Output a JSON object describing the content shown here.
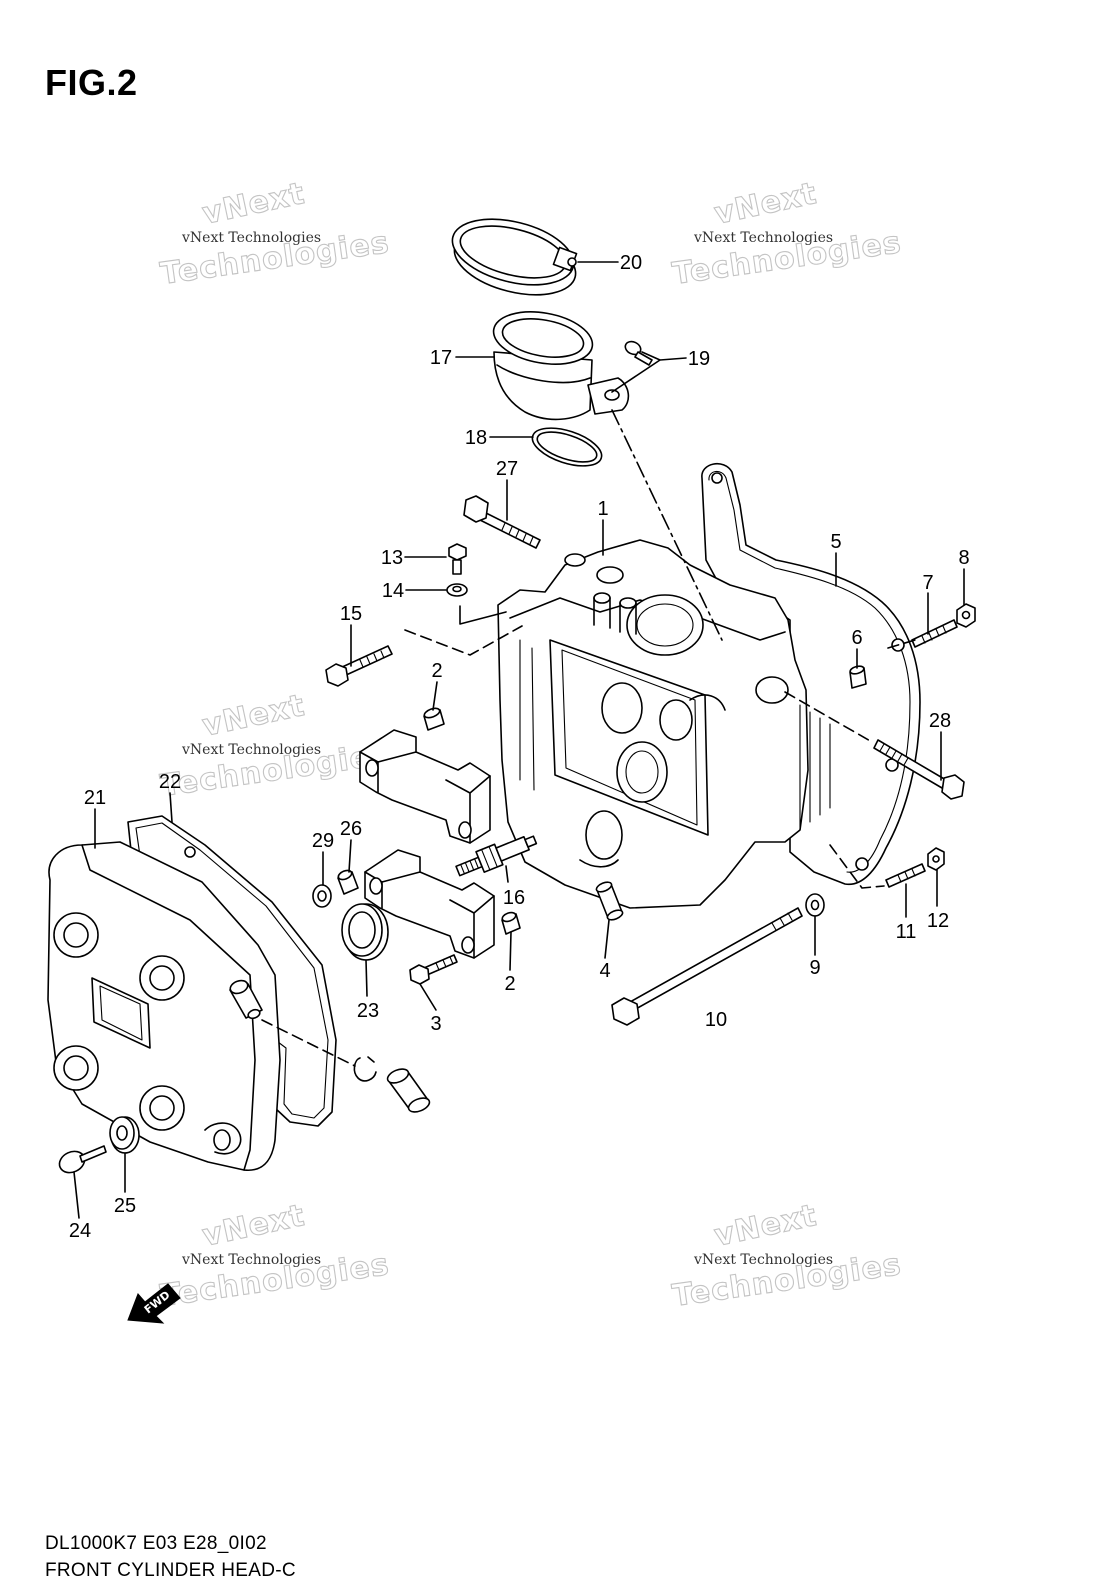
{
  "figure": {
    "title": "FIG.2"
  },
  "callouts": [
    "20",
    "17",
    "19",
    "18",
    "27",
    "1",
    "5",
    "8",
    "13",
    "7",
    "14",
    "15",
    "6",
    "2",
    "28",
    "21",
    "22",
    "29",
    "26",
    "16",
    "11",
    "12",
    "4",
    "9",
    "2",
    "23",
    "10",
    "3",
    "25",
    "24"
  ],
  "footer": {
    "model_code": "DL1000K7 E03 E28_0I02",
    "caption": "FRONT CYLINDER HEAD-C"
  },
  "watermark": {
    "small": "vNext Technologies",
    "big_top": "vNext",
    "big_bottom": "Technologies"
  },
  "fwd_badge": "FWD"
}
